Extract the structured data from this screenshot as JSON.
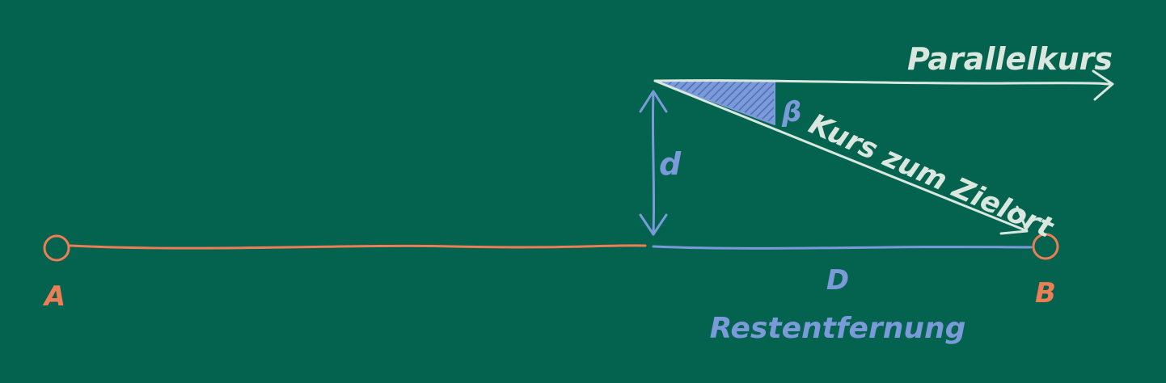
{
  "colors": {
    "background": "#03634f",
    "orange": "#ec7d55",
    "blue": "#7a9ad9",
    "white": "#d9e7df"
  },
  "labels": {
    "point_a": "A",
    "point_b": "B",
    "parallel_course": "Parallelkurs",
    "course_to_destination": "Kurs zum Zielort",
    "angle": "β",
    "offset": "d",
    "distance": "D",
    "remaining_distance": "Restentfernung"
  }
}
